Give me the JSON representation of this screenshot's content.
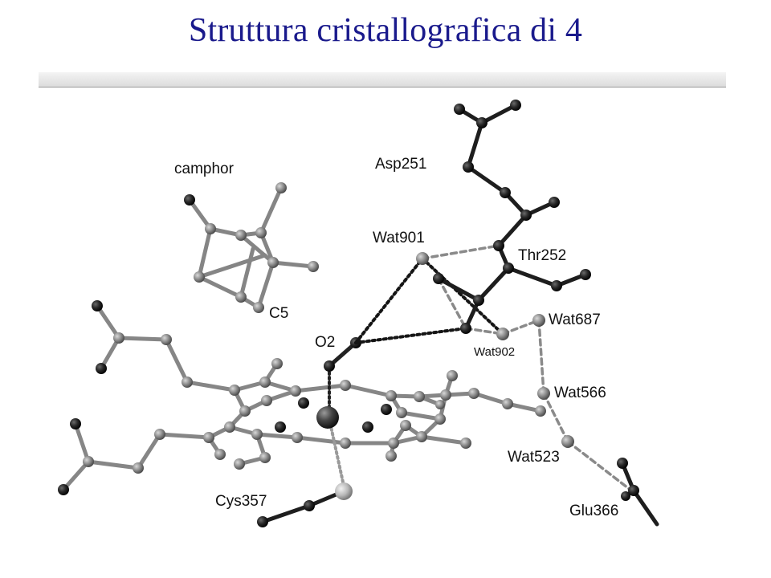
{
  "slide": {
    "title": "Struttura cristallografica di 4"
  },
  "labels": {
    "camphor": "camphor",
    "c5": "C5",
    "asp251": "Asp251",
    "thr252": "Thr252",
    "wat901": "Wat901",
    "wat902": "Wat902",
    "wat687": "Wat687",
    "wat566": "Wat566",
    "wat523": "Wat523",
    "o2": "O2",
    "cys357": "Cys357",
    "glu366": "Glu366"
  },
  "colors": {
    "title": "#1a1a8c",
    "bond_light": "#7d7d7d",
    "bond_dark": "#1e1e1e",
    "atom_dark": "#1c1c1c",
    "atom_mid": "#4a4a4a",
    "atom_light": "#8f8f8f",
    "hbond_dark": "#111111",
    "hbond_light": "#8a8a8a"
  }
}
